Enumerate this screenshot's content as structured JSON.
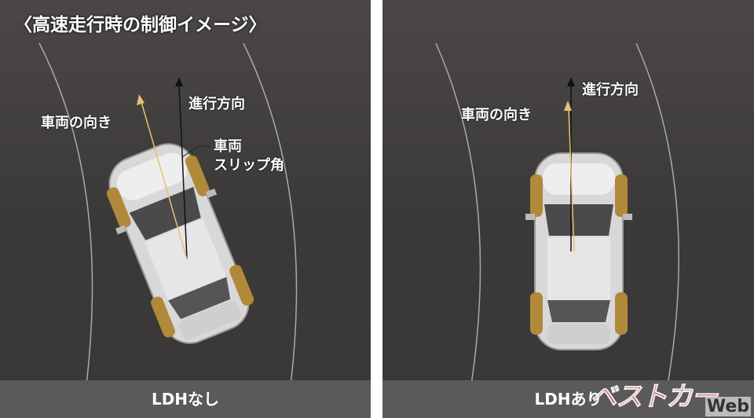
{
  "title": "〈高速走行時の制御イメージ〉",
  "left_panel": {
    "caption": "LDHなし",
    "labels": {
      "vehicle_heading": "車両の向き",
      "travel_direction": "進行方向",
      "slip_angle_line1": "車両",
      "slip_angle_line2": "スリップ角"
    }
  },
  "right_panel": {
    "caption": "LDHあり",
    "labels": {
      "vehicle_heading": "車両の向き",
      "travel_direction": "進行方向"
    }
  },
  "watermark": {
    "main": "ベストカー",
    "sub": "Web"
  },
  "colors": {
    "background": "#3b3938",
    "caption_bar": "#5b5959",
    "tire": "#b08a3a",
    "heading_arrow": "#e8c070",
    "logo_red": "#e03034"
  }
}
